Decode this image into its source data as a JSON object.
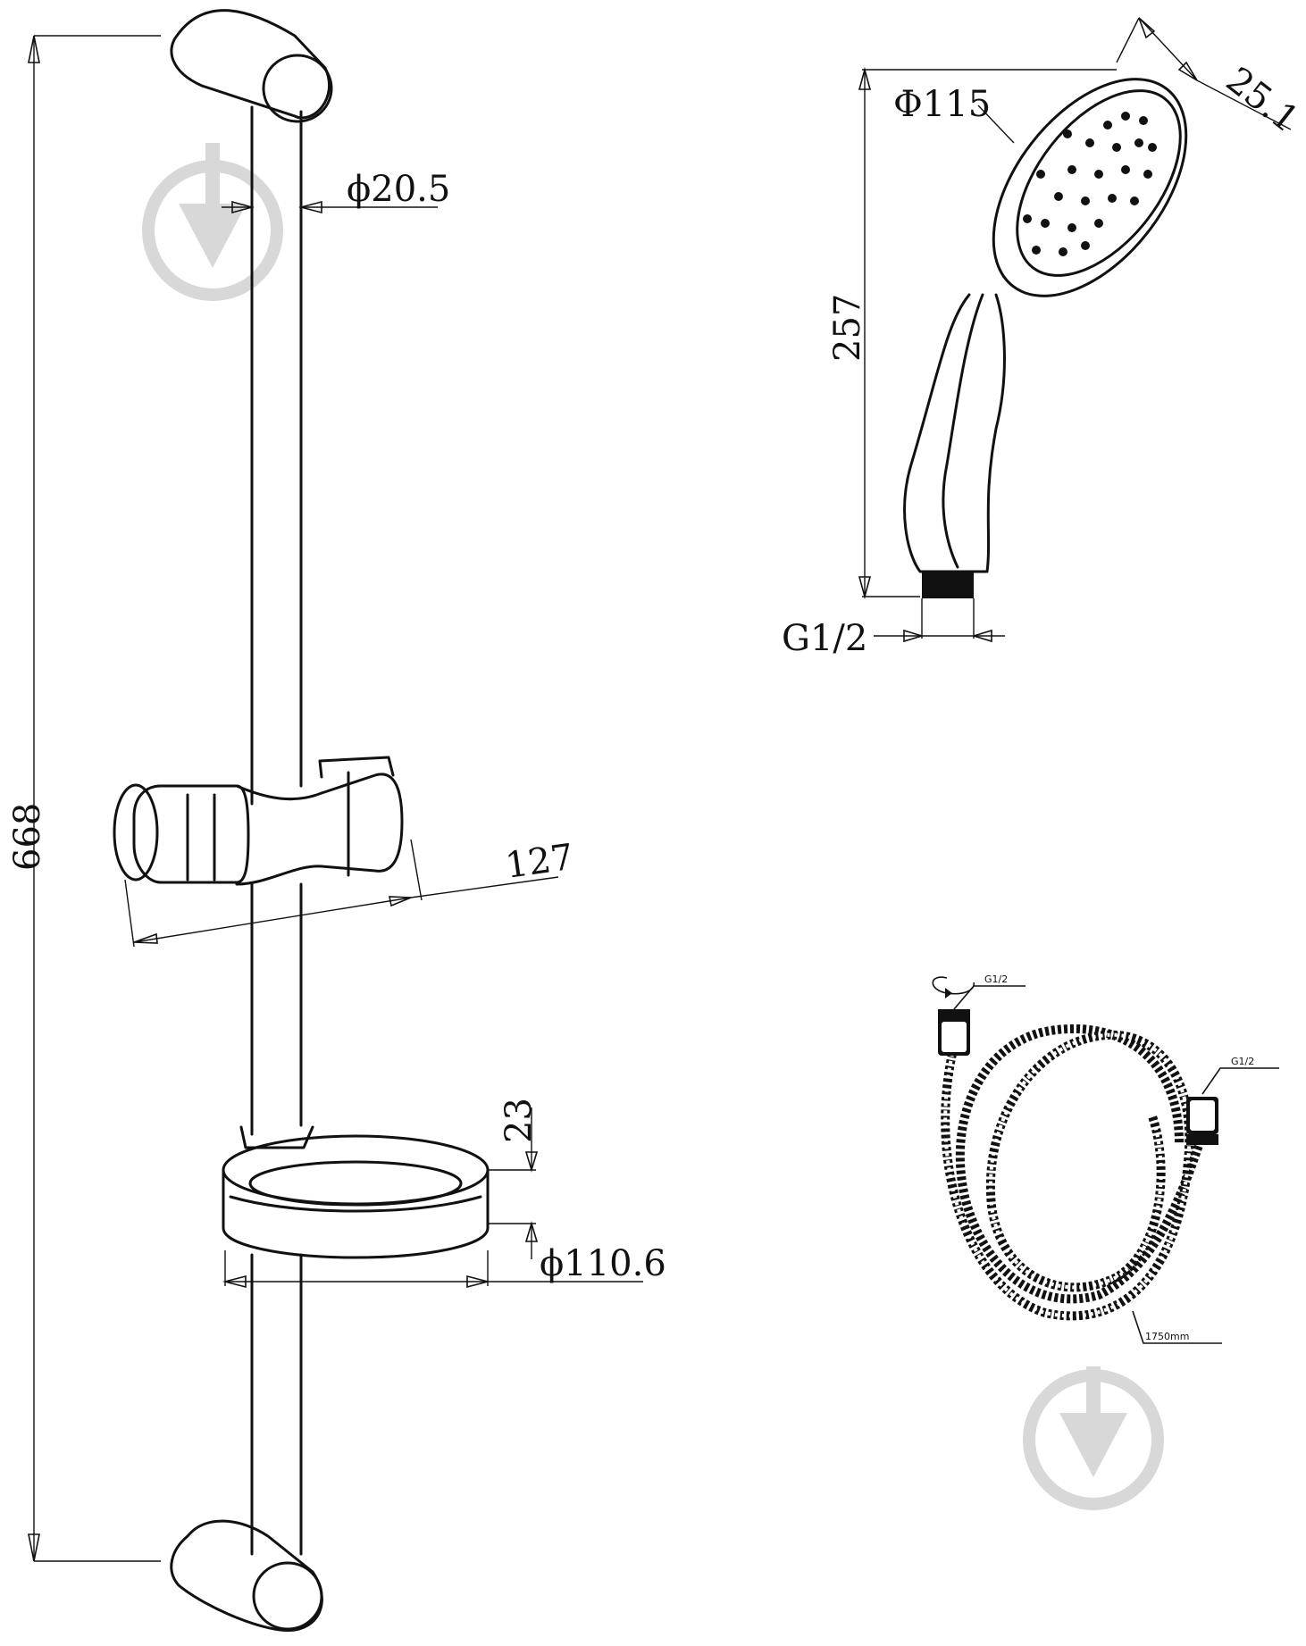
{
  "dimensions": {
    "rail_length": "668",
    "rail_diameter": "ϕ20.5",
    "holder_width": "127",
    "dish_height": "23",
    "dish_diameter": "ϕ110.6",
    "head_diameter": "Φ115",
    "head_thickness": "25.1",
    "head_length": "257",
    "head_thread": "G1/2",
    "hose_thread_left": "G1/2",
    "hose_thread_right": "G1/2",
    "hose_length": "1750mm"
  },
  "icons": {
    "watermark": "faucet-drop-icon"
  }
}
